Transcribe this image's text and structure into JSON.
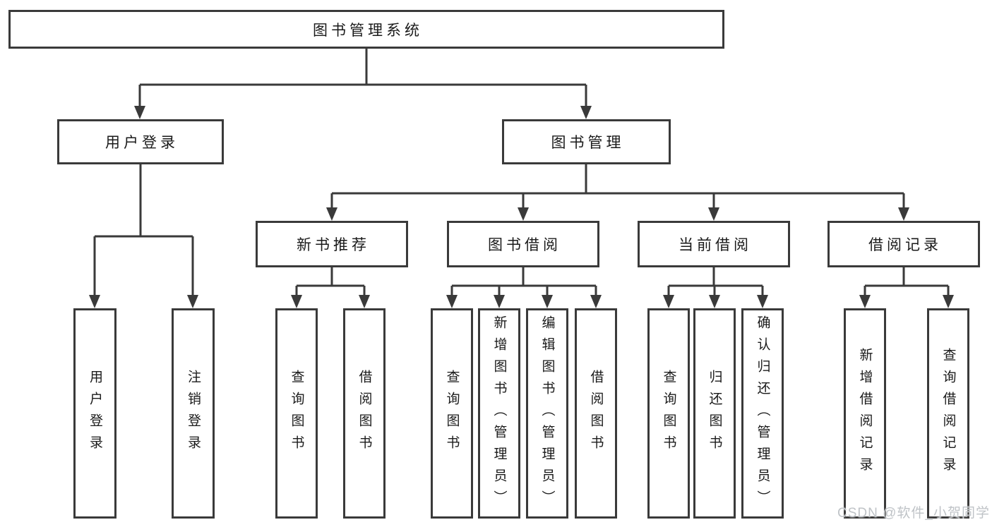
{
  "diagram_title": "图书管理系统",
  "tree": {
    "root": "图书管理系统",
    "branches": [
      {
        "label": "用户登录",
        "children": [
          "用户登录",
          "注销登录"
        ]
      },
      {
        "label": "图书管理",
        "groups": [
          {
            "label": "新书推荐",
            "children": [
              "查询图书",
              "借阅图书"
            ]
          },
          {
            "label": "图书借阅",
            "children": [
              "查询图书",
              "新增图书（管理员）",
              "编辑图书（管理员）",
              "借阅图书"
            ]
          },
          {
            "label": "当前借阅",
            "children": [
              "查询图书",
              "归还图书",
              "确认归还（管理员）"
            ]
          },
          {
            "label": "借阅记录",
            "children": [
              "新增借阅记录",
              "查询借阅记录"
            ]
          }
        ]
      }
    ]
  },
  "watermark": "CSDN @软件_小贺同学",
  "colors": {
    "line": "#3a3a3a",
    "text": "#1a1a1a",
    "watermark": "#bfc3c7",
    "background": "#ffffff"
  }
}
